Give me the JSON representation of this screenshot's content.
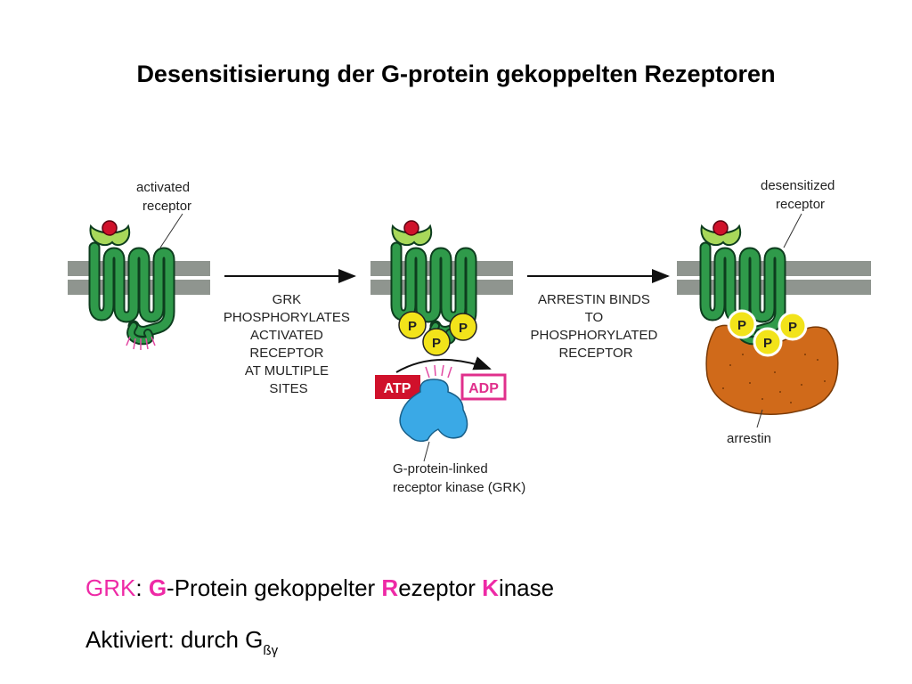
{
  "title": "Desensitisierung der G-protein gekoppelten Rezeptoren",
  "figure": {
    "label_activated_receptor": [
      "activated",
      "receptor"
    ],
    "step1_lines": [
      "GRK",
      "PHOSPHORYLATES",
      "ACTIVATED",
      "RECEPTOR",
      "AT MULTIPLE",
      "SITES"
    ],
    "step2_lines": [
      "ARRESTIN BINDS",
      "TO",
      "PHOSPHORYLATED",
      "RECEPTOR"
    ],
    "label_desensitized_receptor": [
      "desensitized",
      "receptor"
    ],
    "phosphate_label": "P",
    "atp_label": "ATP",
    "adp_label": "ADP",
    "grk_label": [
      "G-protein-linked",
      "receptor kinase (GRK)"
    ],
    "arrestin_label": "arrestin",
    "colors": {
      "receptor": "#2f9a4a",
      "receptor_outline": "#0d3d1e",
      "membrane": "#8f958f",
      "ligand": "#d0112b",
      "binding_site": "#a8d85a",
      "phosphate": "#f2e31a",
      "atp_box": "#d0112b",
      "adp_box": "#e0308c",
      "grk": "#3aa9e6",
      "arrestin": "#d06a1a"
    }
  },
  "caption": {
    "line1": {
      "abbr": "GRK",
      "colon": ":",
      "g_letter": "G",
      "g_rest": "-Protein gekoppelter ",
      "r_letter": "R",
      "r_rest": "ezeptor ",
      "k_letter": "K",
      "k_rest": "inase"
    },
    "line2": {
      "text": "Aktiviert: durch G",
      "subscript": "ßγ"
    }
  }
}
